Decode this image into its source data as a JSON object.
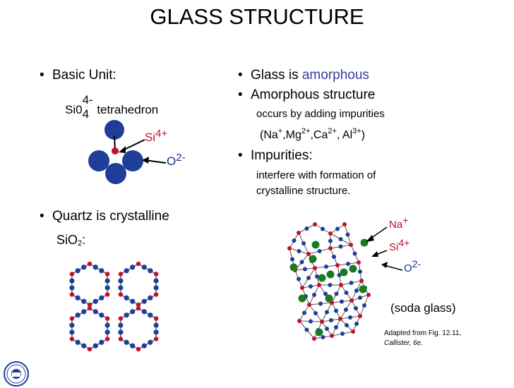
{
  "title": "GLASS STRUCTURE",
  "left": {
    "basic_unit_label": "Basic Unit:",
    "sio4_base": "Si0",
    "sio4_sub": "4",
    "sio4_charge": "4-",
    "sio4_tail": "tetrahedron",
    "si_base": "Si",
    "si_charge": "4+",
    "o_base": "O",
    "o_charge": "2-",
    "quartz_label": "Quartz is crystalline",
    "sio2_base": "SiO",
    "sio2_sub": "2",
    "sio2_tail": ":"
  },
  "right": {
    "glass_is": "Glass is ",
    "amorphous": "amorphous",
    "amorphous_structure": "Amorphous structure",
    "occurs_text": "occurs by adding impurities",
    "ions": [
      {
        "base": "Na",
        "charge": "+"
      },
      {
        "base": "Mg",
        "charge": "2+"
      },
      {
        "base": "Ca",
        "charge": "2+"
      },
      {
        "base": "Al",
        "charge": "3+"
      }
    ],
    "impurities_label": "Impurities:",
    "interfere_line1": "interfere with formation of",
    "interfere_line2": "crystalline structure.",
    "na_base": "Na",
    "na_charge": "+",
    "si_base": "Si",
    "si_charge": "4+",
    "o_base": "O",
    "o_charge": "2-",
    "soda_glass": "(soda glass)",
    "credit_line1": "Adapted from Fig. 12.11,",
    "credit_line2": "Callister, 6e."
  },
  "colors": {
    "oxygen": "#1f3e99",
    "silicon": "#c0102a",
    "sodium": "#1a7a22",
    "accent": "#3a3aa0"
  }
}
